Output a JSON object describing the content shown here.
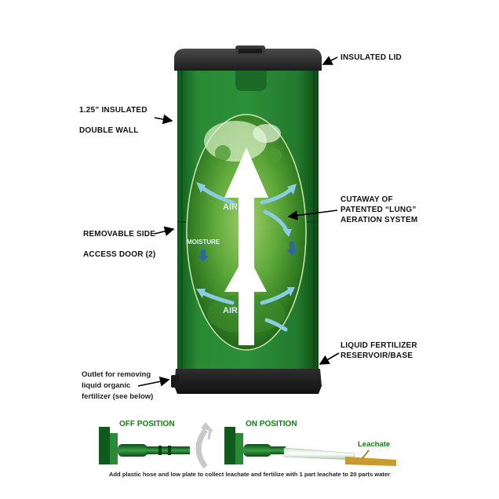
{
  "colors": {
    "bin_green": "#1f7a2c",
    "bin_dark_green": "#0f4f18",
    "lid_black": "#2a2a2a",
    "arrow_white": "#ffffff",
    "arrow_blue": "#7fc4e0",
    "heading_green": "#1a7a1a",
    "leachate_gold": "#8a6a00"
  },
  "labels": {
    "insulated_lid": "INSULATED LID",
    "double_wall_line1": "1.25” INSULATED",
    "double_wall_line2": "DOUBLE WALL",
    "cutaway_line1": "CUTAWAY OF",
    "cutaway_line2": "PATENTED “LUNG”",
    "cutaway_line3": "AERATION SYSTEM",
    "side_door_line1": "REMOVABLE SIDE",
    "side_door_line2": "ACCESS DOOR (2)",
    "reservoir_line1": "LIQUID FERTILIZER",
    "reservoir_line2": "RESERVOIR/BASE",
    "outlet_line1": "Outlet for removing",
    "outlet_line2": "liquid organic",
    "outlet_line3": "fertilizer (see below)"
  },
  "cutaway": {
    "air_top": "AIR",
    "air_bottom": "AIR",
    "moisture": "MOISTURE"
  },
  "bottom": {
    "off_position": "OFF POSITION",
    "on_position": "ON POSITION",
    "leachate": "Leachate",
    "caption": "Add plastic hose and low  plate to collect leachate and fertilize with 1 part leachate to 20 parts water"
  }
}
